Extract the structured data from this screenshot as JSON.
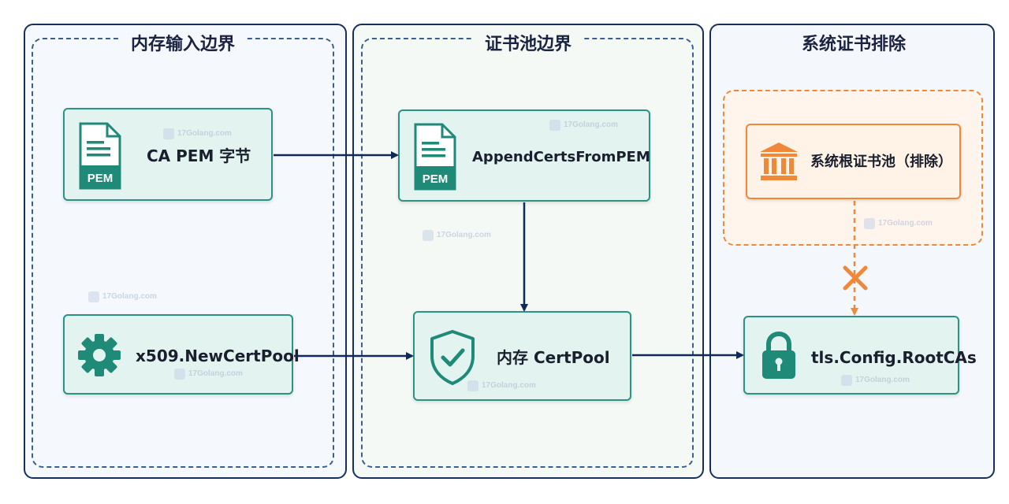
{
  "panels": {
    "memory_input": {
      "title": "内存输入边界"
    },
    "cert_pool": {
      "title": "证书池边界"
    },
    "system_exclude": {
      "title": "系统证书排除"
    }
  },
  "nodes": {
    "ca_pem": {
      "label": "CA PEM 字节",
      "icon": "pem-file-icon",
      "icon_text": "PEM"
    },
    "new_cert_pool": {
      "label": "x509.NewCertPool",
      "icon": "gear-icon"
    },
    "append_certs": {
      "label": "AppendCertsFromPEM",
      "icon": "pem-file-icon",
      "icon_text": "PEM"
    },
    "memory_cert_pool": {
      "label": "内存 CertPool",
      "icon": "shield-check-icon"
    },
    "system_root_pool": {
      "label": "系统根证书池（排除）",
      "icon": "bank-icon"
    },
    "root_cas": {
      "label": "tls.Config.RootCAs",
      "icon": "lock-icon"
    }
  },
  "watermark": {
    "text": "17Golang.com"
  },
  "colors": {
    "panel_border": "#16305e",
    "panel_dashed": "#3b5f95",
    "node_border": "#2a9383",
    "node_fill": "#e3f3f0",
    "icon_teal": "#1f8a78",
    "excluded_orange": "#f0883a",
    "arrow_navy": "#0f2a57"
  }
}
